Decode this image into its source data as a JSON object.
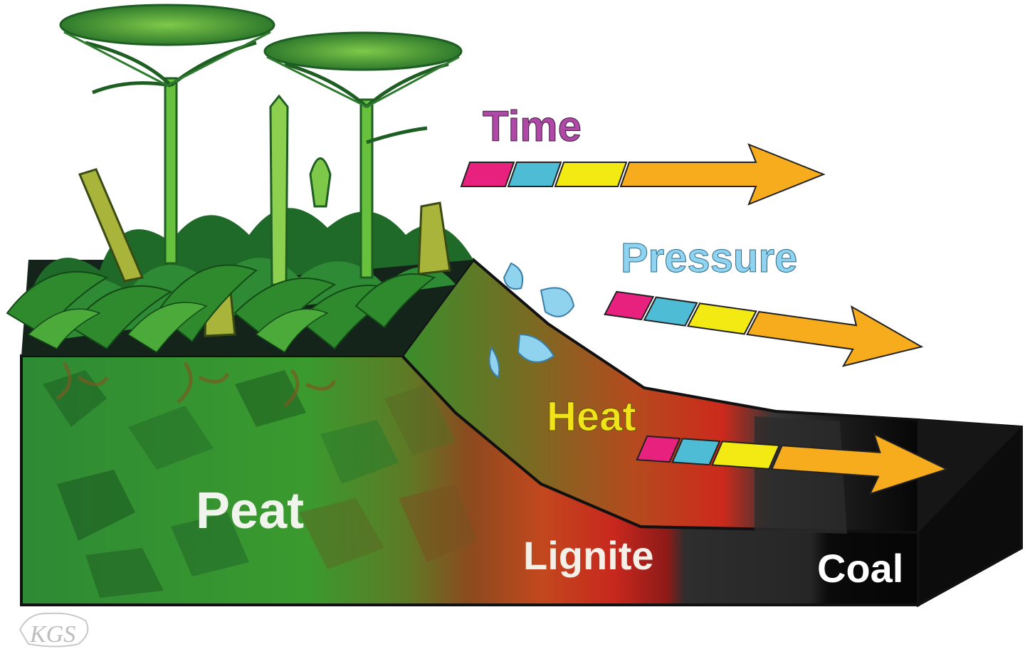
{
  "factors": [
    {
      "label": "Time",
      "color": "#b048a8"
    },
    {
      "label": "Pressure",
      "color": "#8fd3f0"
    },
    {
      "label": "Heat",
      "color": "#f2e21a"
    }
  ],
  "stages": [
    {
      "label": "Peat",
      "color": "#f0f4ec"
    },
    {
      "label": "Lignite",
      "color": "#f4f0e8"
    },
    {
      "label": "Coal",
      "color": "#ffffff"
    }
  ],
  "arrow_segment_colors": [
    "#e8207e",
    "#4fbcd6",
    "#f2ea12",
    "#f6ac1c"
  ],
  "logo_text": "KGS"
}
